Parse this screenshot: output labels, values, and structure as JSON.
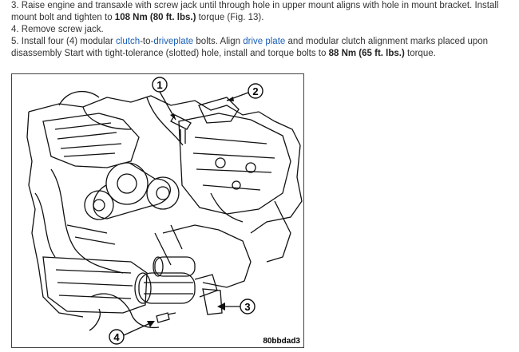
{
  "steps": [
    {
      "number": "3.",
      "text_a": "Raise engine and transaxle with screw jack until through hole in upper mount aligns with hole in mount bracket. Install mount bolt and tighten to ",
      "torque_bold": "108 Nm (80 ft. lbs.)",
      "text_b": " torque (Fig. 13)."
    },
    {
      "number": "4.",
      "text": "Remove screw jack."
    },
    {
      "number": "5.",
      "text_a": "Install four (4) modular ",
      "link_1": "clutch",
      "text_b": "-to-",
      "link_2": "driveplate",
      "text_c": " bolts. Align ",
      "link_3": "drive plate",
      "text_d": " and modular clutch alignment marks placed upon disassembly Start with tight-tolerance (slotted) hole, install and torque bolts to ",
      "torque_bold": "88 Nm (65 ft. lbs.)",
      "text_e": " torque."
    }
  ],
  "figure": {
    "callouts": [
      "1",
      "2",
      "3",
      "4"
    ],
    "code": "80bbdad3"
  }
}
